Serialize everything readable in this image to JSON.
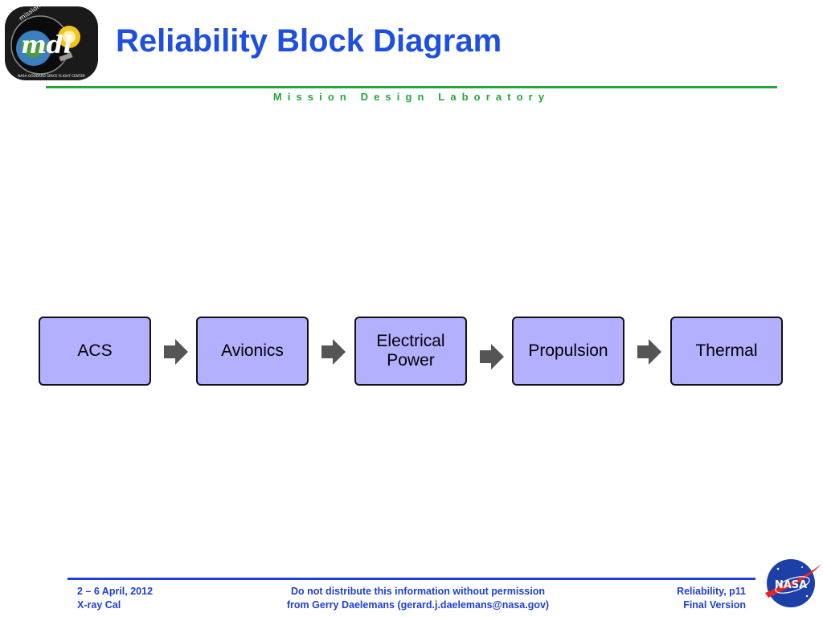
{
  "header": {
    "title": "Reliability Block Diagram",
    "subtitle": "Mission Design Laboratory",
    "logo_text": "mdl",
    "logo_ring_text": "mission design lab",
    "logo_sub_text": "NASA GODDARD SPACE FLIGHT CENTER"
  },
  "diagram": {
    "blocks": [
      {
        "label": "ACS"
      },
      {
        "label": "Avionics"
      },
      {
        "label": "Electrical Power"
      },
      {
        "label": "Propulsion"
      },
      {
        "label": "Thermal"
      }
    ],
    "arrow_count": 4,
    "colors": {
      "block_fill": "#b3b0ff",
      "block_border": "#111111",
      "arrow": "#555555"
    }
  },
  "footer": {
    "left_line1": "2 – 6 April, 2012",
    "left_line2": "X-ray Cal",
    "center_line1": "Do not distribute this information without permission",
    "center_line2": "from Gerry Daelemans (gerard.j.daelemans@nasa.gov)",
    "right_line1": "Reliability, p11",
    "right_line2": "Final Version",
    "nasa_logo_text": "NASA"
  },
  "colors": {
    "title": "#1f4fe0",
    "subtitle": "#22a83a",
    "footer": "#1f3fd6"
  }
}
